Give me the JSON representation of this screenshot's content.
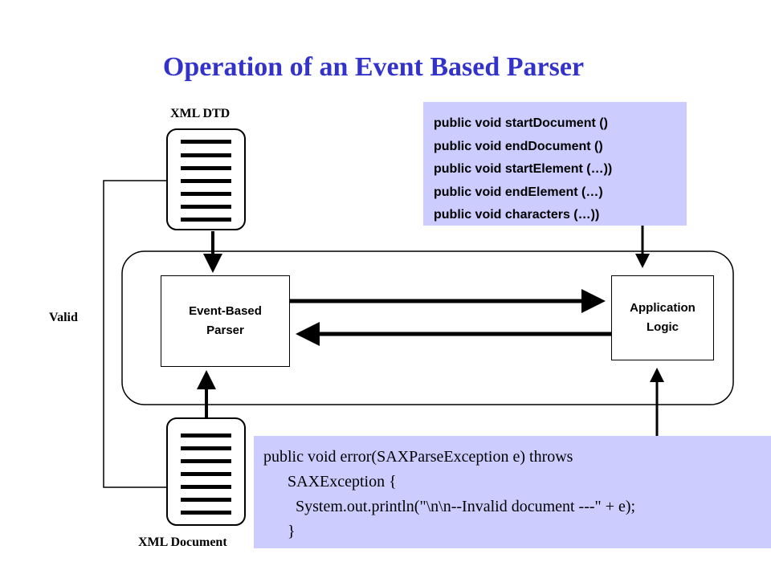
{
  "title": "Operation of an Event Based Parser",
  "labels": {
    "xml_dtd": "XML DTD",
    "valid": "Valid",
    "xml_document": "XML Document"
  },
  "boxes": {
    "parser": [
      "Event-Based",
      "Parser"
    ],
    "application": [
      "Application",
      "Logic"
    ]
  },
  "callback_methods": [
    "public void startDocument ()",
    "public void endDocument ()",
    "public void startElement (…))",
    "public void endElement (…)",
    "public void characters (…))"
  ],
  "error_handler_code": [
    "public void error(SAXParseException e) throws",
    "      SAXException {",
    "        System.out.println(\"\\n\\n--Invalid document ---\" + e);",
    "      }"
  ],
  "colors": {
    "title": "#3333cc",
    "callout_background": "#ccccff",
    "stroke": "#000000"
  }
}
